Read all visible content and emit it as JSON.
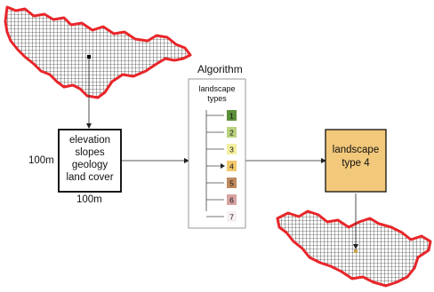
{
  "algorithm": {
    "title": "Algorithm",
    "header": [
      "landscape",
      "types"
    ],
    "types": [
      {
        "number": "1",
        "color": "#5c8f3a"
      },
      {
        "number": "2",
        "color": "#b9d27d"
      },
      {
        "number": "3",
        "color": "#f4efa0"
      },
      {
        "number": "4",
        "color": "#f2c86b"
      },
      {
        "number": "5",
        "color": "#c08a5f"
      },
      {
        "number": "6",
        "color": "#d9a3a3"
      },
      {
        "number": "7",
        "color": "#f7f0f3"
      }
    ],
    "selected_type": "4"
  },
  "input": {
    "lines": [
      "elevation",
      "slopes",
      "geology",
      "land cover"
    ],
    "resolution_vertical": "100m",
    "resolution_horizontal": "100m"
  },
  "output": {
    "lines": [
      "landscape",
      "type 4"
    ],
    "color": "#f2c87a"
  },
  "colors": {
    "region_outline": "#e8262a",
    "grid": "#000000",
    "arrow": "#222222",
    "panel_border": "#9a9a9a"
  }
}
